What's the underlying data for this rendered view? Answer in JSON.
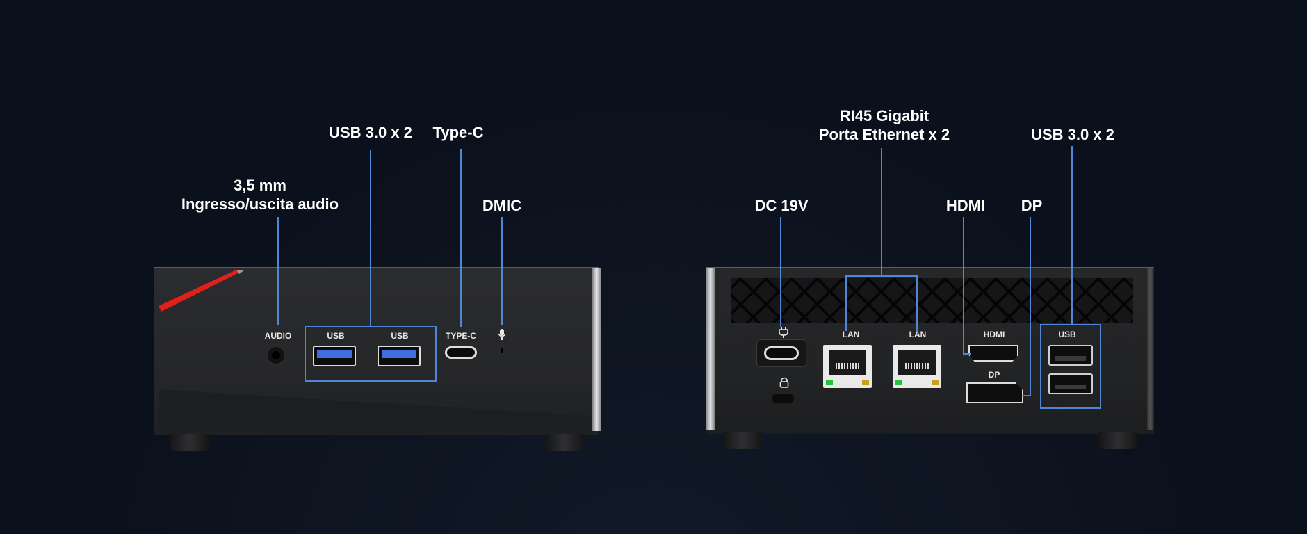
{
  "front": {
    "callouts": {
      "audio": [
        "3,5 mm",
        "Ingresso/uscita audio"
      ],
      "usb": "USB 3.0 x 2",
      "typec": "Type-C",
      "dmic": "DMIC"
    },
    "port_labels": {
      "audio": "AUDIO",
      "usb_1": "USB",
      "usb_2": "USB",
      "typec": "TYPE-C"
    }
  },
  "back": {
    "callouts": {
      "ethernet": [
        "RI45 Gigabit",
        "Porta Ethernet x 2"
      ],
      "usb": "USB 3.0 x 2",
      "dc": "DC 19V",
      "hdmi": "HDMI",
      "dp": "DP"
    },
    "port_labels": {
      "lan_1": "LAN",
      "lan_2": "LAN",
      "hdmi": "HDMI",
      "dp": "DP",
      "usb": "USB"
    }
  },
  "icons": {
    "plug": "⏻",
    "lock": "🔒",
    "mic": "🎙"
  },
  "colors": {
    "background": "#0b111c",
    "callout_line": "#4f86d8",
    "accent_red": "#e0201a",
    "usb3_blue": "#3d6fe0"
  }
}
